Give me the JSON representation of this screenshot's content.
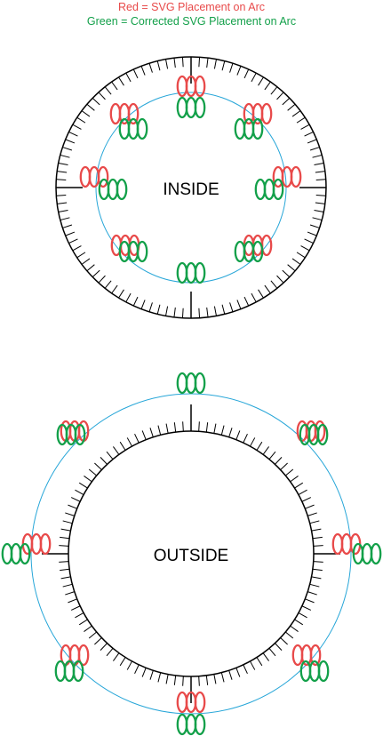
{
  "legend": {
    "red": {
      "text": "Red = SVG Placement on Arc",
      "color": "#e84a4a"
    },
    "green": {
      "text": "Green = Corrected SVG Placement on Arc",
      "color": "#13a04a"
    }
  },
  "diagrams": {
    "inside": {
      "label": "INSIDE"
    },
    "outside": {
      "label": "OUTSIDE"
    }
  },
  "colors": {
    "red": "#e84a4a",
    "green": "#13a04a",
    "guide": "#27a6d8",
    "line": "#000000"
  }
}
